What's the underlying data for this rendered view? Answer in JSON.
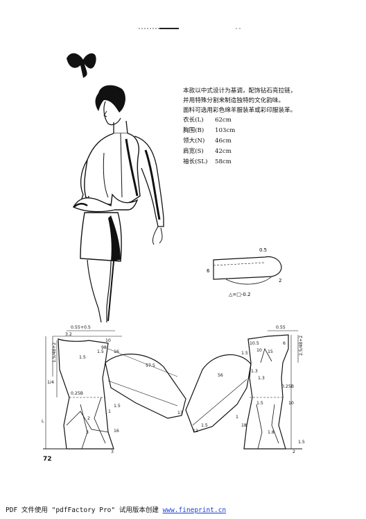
{
  "description": {
    "lines": [
      "本款以中式设计为基调，配饰钻石亮拉链，",
      "并用特殊分割来制造独特的文化韵味。",
      "面料可选用彩色绵羊服装革或彩印服装革。"
    ]
  },
  "specs": [
    {
      "label": "衣长(L)",
      "value": "62cm"
    },
    {
      "label": "胸围(B)",
      "value": "103cm"
    },
    {
      "label": "领大(N)",
      "value": "46cm"
    },
    {
      "label": "肩宽(S)",
      "value": "42cm"
    },
    {
      "label": "袖长(SL)",
      "value": "58cm"
    }
  ],
  "collar_diagram": {
    "labels": {
      "top": "0.5",
      "left": "6",
      "right": "2",
      "formula": "△=□-0.2"
    }
  },
  "pattern_diagram": {
    "labels": {
      "back_top": "0.55+0.5",
      "back_a": "3.2",
      "back_b": "1.5",
      "back_c": "10",
      "back_d": "1.5",
      "back_e": "16",
      "back_f": "98",
      "back_height": "1.5/4B+2",
      "back_quarter": "1/4",
      "back_l": "L",
      "back_bust": "0.25B",
      "back_g": "1.5",
      "back_h": "2",
      "back_i": "3",
      "back_j": "1",
      "back_k": "16",
      "back_m": "3",
      "sleeve_back": "57.5",
      "sleeve_back_b": "13",
      "front_top": "0.55",
      "front_a": "10.5",
      "front_b": "6",
      "front_c": "1.5",
      "front_d": "10",
      "front_e": "15",
      "front_f": "56",
      "front_g": "1.3",
      "front_h": "1.3",
      "front_bust": "0.25B",
      "front_i": "1.5",
      "front_j": "10",
      "front_k": "1",
      "front_l": "18",
      "front_m": "1.8",
      "front_n": "1.5",
      "front_o": "2",
      "front_side": "2.5/4B+2",
      "sleeve_front": "12",
      "sleeve_front_b": "1.5"
    }
  },
  "page_number": "72",
  "footer": {
    "text": "PDF 文件使用 \"pdfFactory Pro\" 试用版本创建 ",
    "link": "www.fineprint.cn"
  }
}
